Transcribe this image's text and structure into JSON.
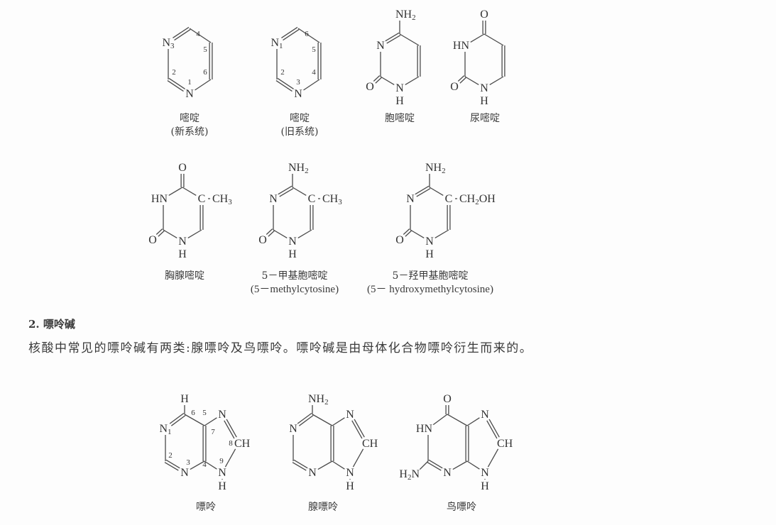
{
  "structures": [
    {
      "caption": [
        "嘧啶",
        "(新系统)"
      ],
      "atoms": [
        {
          "t": "N",
          "s": "3"
        },
        {
          "t": "N"
        }
      ],
      "locants": [
        "4",
        "5",
        "6",
        "2",
        "1"
      ]
    },
    {
      "caption": [
        "嘧啶",
        "(旧系统)"
      ],
      "atoms": [
        {
          "t": "N",
          "s": "1"
        },
        {
          "t": "N"
        }
      ],
      "locants": [
        "6",
        "5",
        "4",
        "2",
        "3"
      ]
    },
    {
      "caption": [
        "胞嘧啶"
      ],
      "atoms": [
        {
          "t": "NH",
          "s": "2"
        },
        {
          "t": "N"
        },
        {
          "t": "O"
        },
        {
          "t": "N"
        },
        {
          "t": "H"
        }
      ]
    },
    {
      "caption": [
        "尿嘧啶"
      ],
      "atoms": [
        {
          "t": "O"
        },
        {
          "t": "HN"
        },
        {
          "t": "O"
        },
        {
          "t": "N"
        },
        {
          "t": "H"
        }
      ]
    },
    {
      "caption": [
        "胸腺嘧啶"
      ],
      "atoms": [
        {
          "t": "O"
        },
        {
          "t": "HN"
        },
        {
          "t": "C"
        },
        {
          "t": "CH",
          "s": "3"
        },
        {
          "t": "O"
        },
        {
          "t": "N"
        },
        {
          "t": "H"
        }
      ]
    },
    {
      "caption": [
        "5－甲基胞嘧啶",
        "(5－methylcytosine)"
      ],
      "atoms": [
        {
          "t": "NH",
          "s": "2"
        },
        {
          "t": "N"
        },
        {
          "t": "C"
        },
        {
          "t": "CH",
          "s": "3"
        },
        {
          "t": "O"
        },
        {
          "t": "N"
        },
        {
          "t": "H"
        }
      ]
    },
    {
      "caption": [
        "5－羟甲基胞嘧啶",
        "(5－ hydroxymethylcytosine)"
      ],
      "atoms": [
        {
          "t": "NH",
          "s": "2"
        },
        {
          "t": "N"
        },
        {
          "t": "C"
        },
        {
          "t": "CH",
          "s": "2",
          "t2": "OH"
        },
        {
          "t": "O"
        },
        {
          "t": "N"
        },
        {
          "t": "H"
        }
      ]
    },
    {
      "caption": [
        "嘌呤"
      ],
      "atoms": [
        {
          "t": "H"
        },
        {
          "t": "N",
          "s": "1"
        },
        {
          "t": "N"
        },
        {
          "t": "N"
        },
        {
          "t": "CH"
        },
        {
          "t": "N"
        },
        {
          "t": "H"
        }
      ],
      "locants": [
        "6",
        "5",
        "7",
        "2",
        "3",
        "4",
        "8",
        "9"
      ]
    },
    {
      "caption": [
        "腺嘌呤"
      ],
      "atoms": [
        {
          "t": "NH",
          "s": "2"
        },
        {
          "t": "N"
        },
        {
          "t": "N"
        },
        {
          "t": "N"
        },
        {
          "t": "CH"
        },
        {
          "t": "N"
        },
        {
          "t": "H"
        }
      ]
    },
    {
      "caption": [
        "鸟嘌呤"
      ],
      "atoms": [
        {
          "t": "O"
        },
        {
          "t": "HN"
        },
        {
          "t": "H",
          "s": "2",
          "t2": "N"
        },
        {
          "t": "N"
        },
        {
          "t": "N"
        },
        {
          "t": "CH"
        },
        {
          "t": "N"
        },
        {
          "t": "H"
        }
      ]
    }
  ],
  "section": {
    "heading": "2. 嘌呤碱",
    "paragraph": "核酸中常见的嘌呤碱有两类:腺嘌呤及鸟嘌呤。嘌呤碱是由母体化合物嘌呤衍生而来的。"
  }
}
